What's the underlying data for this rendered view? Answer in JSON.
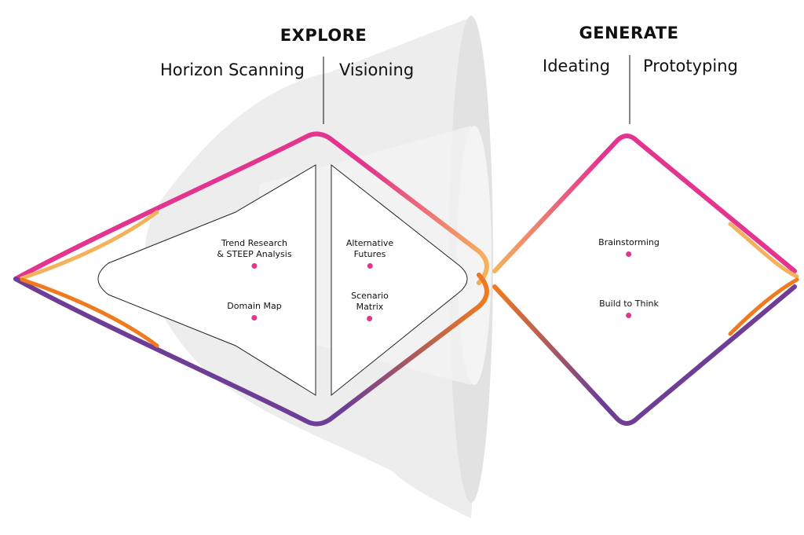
{
  "header": {
    "explore": {
      "title": "EXPLORE",
      "left": "Horizon Scanning",
      "right": "Visioning"
    },
    "generate": {
      "title": "GENERATE",
      "left": "Ideating",
      "right": "Prototyping"
    }
  },
  "nodes": {
    "trend": "Trend Research\n& STEEP Analysis",
    "domain_map": "Domain Map",
    "alt_futures": "Alternative\nFutures",
    "scenario": "Scenario\nMatrix",
    "brainstorming": "Brainstorming",
    "build": "Build to Think"
  },
  "colors": {
    "pink": "#E3358F",
    "orange": "#F07A1E",
    "yellow": "#F5B25C",
    "purple": "#6E3E96",
    "dot": "#E3358F",
    "shadow": "#D9D9D9"
  }
}
